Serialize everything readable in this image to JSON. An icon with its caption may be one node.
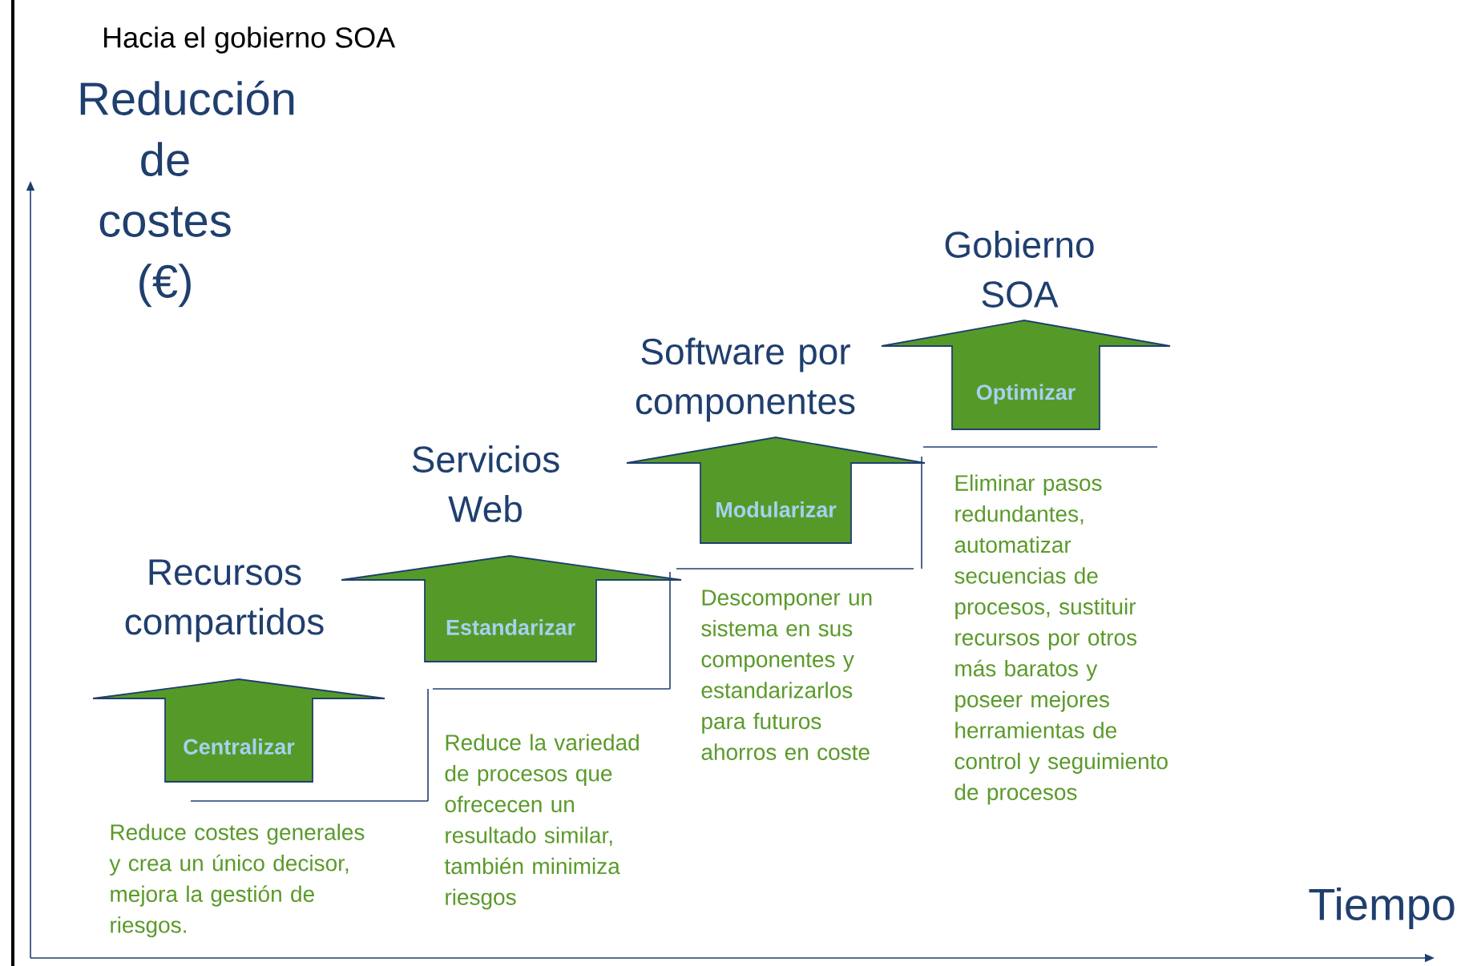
{
  "diagram": {
    "title": "Hacia el gobierno SOA",
    "nodes": [
      {
        "text": [
          "Recursos compartidos",
          "Centralizar"
        ]
      },
      {
        "text": [
          "Servicios Web",
          "Estandarizar"
        ]
      },
      {
        "text": [
          "Software por componentes",
          "Modularizar"
        ]
      },
      {
        "text": [
          "Gobierno SOA",
          "Optimizar"
        ]
      }
    ],
    "labels": [
      "Reducción de costes (€)",
      "Reduce costes generales y crea un único decisor, mejora la gestión de riesgos.",
      "Reduce la variedad de procesos que ofrececen un resultado similar, también minimiza riesgos",
      "Descomponer un sistema en sus componentes y estandarizarlos para futuros ahorros en coste",
      "Eliminar pasos redundantes, automatizar secuencias de procesos, sustituir recursos por otros más baratos y poseer mejores herramientas de control y seguimiento de procesos",
      "Tiempo"
    ]
  }
}
